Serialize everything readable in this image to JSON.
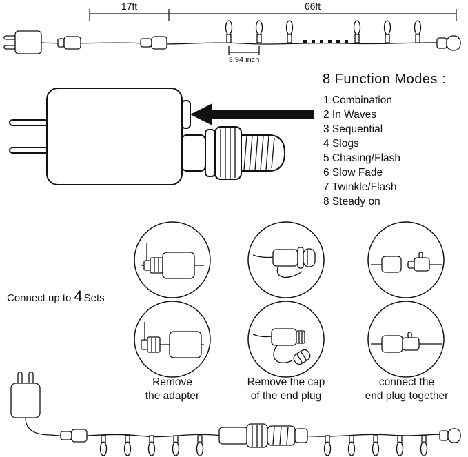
{
  "top_diagram": {
    "segment1_length": "17ft",
    "segment2_length": "66ft",
    "bulb_spacing": "3.94 inch"
  },
  "function_modes": {
    "title": "8 Function Modes :",
    "items": [
      "1 Combination",
      "2 In Waves",
      "3 Sequential",
      "4 Slogs",
      "5 Chasing/Flash",
      "6 Slow Fade",
      "7 Twinkle/Flash",
      "8 Steady on"
    ]
  },
  "connect": {
    "prefix": "Connect up to",
    "count": "4",
    "suffix": "Sets"
  },
  "steps": [
    {
      "line1": "Remove",
      "line2": "the adapter"
    },
    {
      "line1": "Remove the cap",
      "line2": "of the end plug"
    },
    {
      "line1": "connect the",
      "line2": "end plug together"
    }
  ]
}
